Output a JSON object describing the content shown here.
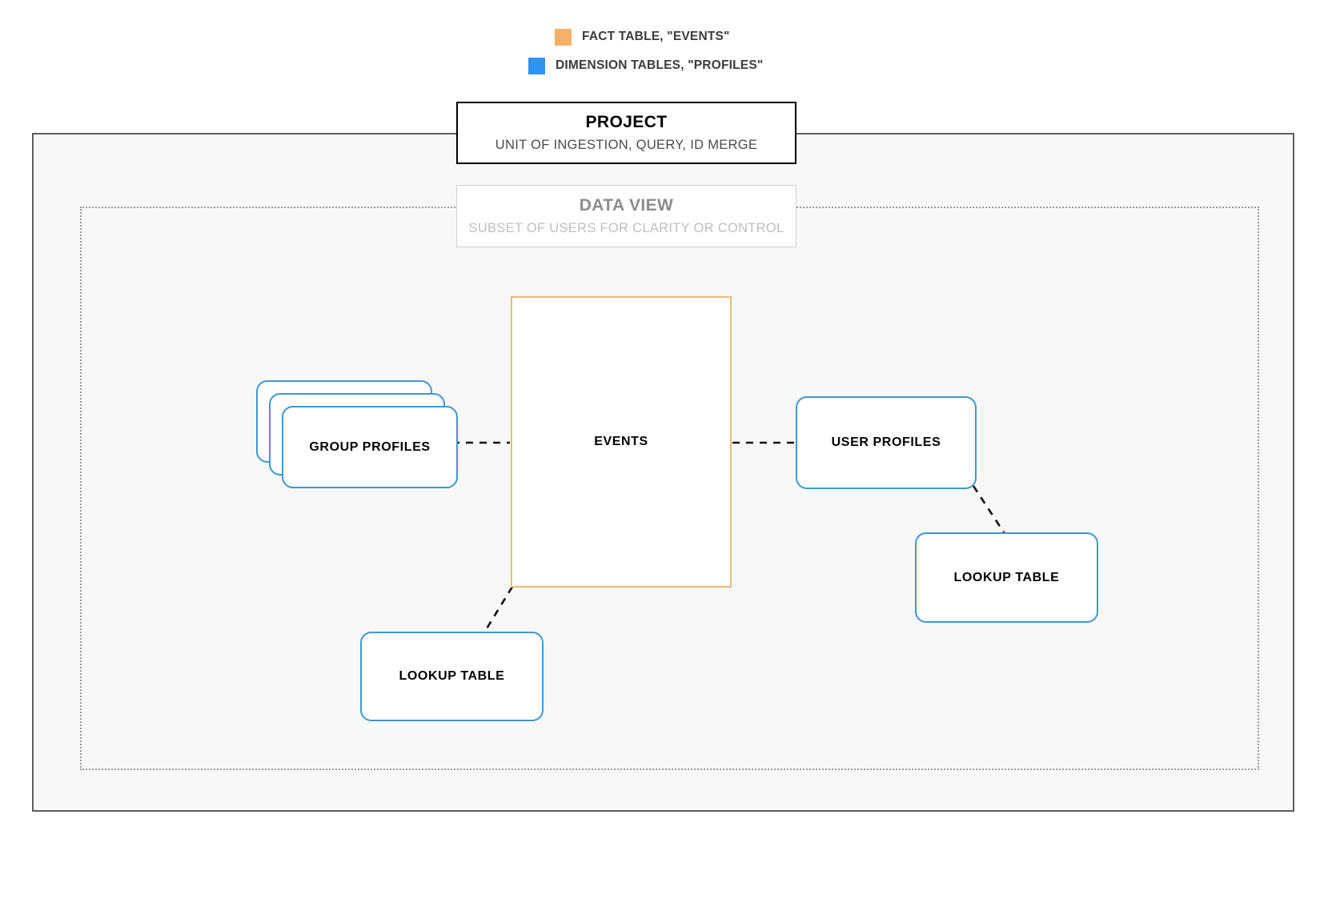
{
  "legend": {
    "items": [
      {
        "label": "FACT TABLE, \"EVENTS\"",
        "color": "#f5b168",
        "icon": "square-swatch-orange"
      },
      {
        "label": "DIMENSION TABLES, \"PROFILES\"",
        "color": "#3193f0",
        "icon": "square-swatch-blue"
      }
    ]
  },
  "project": {
    "title": "PROJECT",
    "subtitle": "UNIT OF INGESTION, QUERY, ID MERGE",
    "border_color": "#000000"
  },
  "data_view": {
    "title": "DATA VIEW",
    "subtitle": "SUBSET OF USERS FOR CLARITY OR CONTROL",
    "border_color": "#d0d0d0",
    "title_color": "#8c8c8c",
    "subtitle_color": "#bfbfbf"
  },
  "nodes": {
    "events": {
      "label": "EVENTS",
      "border_color": "#eab974",
      "shape": "rectangle"
    },
    "group_profiles": {
      "label": "GROUP PROFILES",
      "border_color": "#3f97d1",
      "shape": "stacked-rounded-rectangle",
      "stack_count": 3
    },
    "user_profiles": {
      "label": "USER PROFILES",
      "border_color": "#3f97d1",
      "shape": "rounded-rectangle"
    },
    "lookup_table_left": {
      "label": "LOOKUP TABLE",
      "border_color": "#3f97d1",
      "shape": "rounded-rectangle"
    },
    "lookup_table_right": {
      "label": "LOOKUP TABLE",
      "border_color": "#3f97d1",
      "shape": "rounded-rectangle"
    }
  },
  "connectors": [
    {
      "from": "group_profiles",
      "to": "events",
      "style": "dashed"
    },
    {
      "from": "events",
      "to": "user_profiles",
      "style": "dashed"
    },
    {
      "from": "user_profiles",
      "to": "lookup_table_right",
      "style": "dashed"
    },
    {
      "from": "events",
      "to": "lookup_table_left",
      "style": "dashed"
    }
  ],
  "canvas": {
    "background": "#ffffff",
    "project_fill": "#f8f8f8",
    "project_border": "#5e5e5e",
    "dataview_border": "#9a9a9a"
  }
}
